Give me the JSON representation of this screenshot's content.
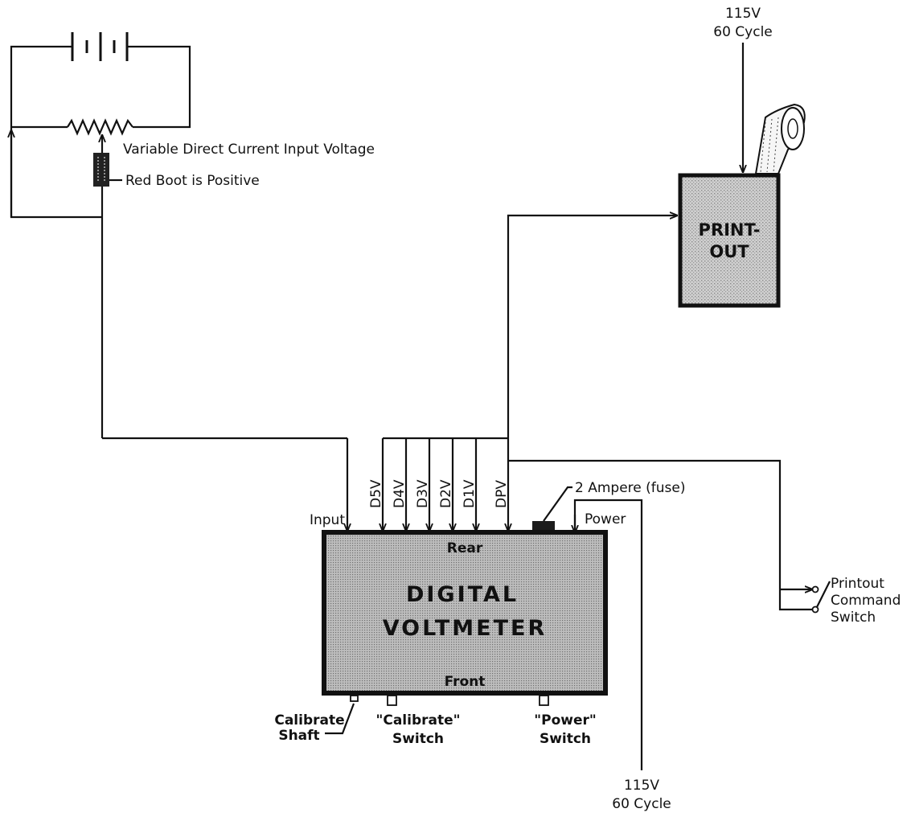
{
  "supply_top": {
    "voltage": "115V",
    "frequency": "60 Cycle"
  },
  "supply_bottom": {
    "voltage": "115V",
    "frequency": "60 Cycle"
  },
  "input_source": {
    "label": "Variable Direct Current Input Voltage",
    "boot_label": "Red Boot is Positive"
  },
  "printer": {
    "line1": "PRINT-",
    "line2": "OUT"
  },
  "voltmeter": {
    "line1": "DIGITAL",
    "line2": "VOLTMETER",
    "rear": "Rear",
    "front": "Front"
  },
  "rear_terminals": {
    "input": "Input",
    "d5v": "D5V",
    "d4v": "D4V",
    "d3v": "D3V",
    "d2v": "D2V",
    "d1v": "D1V",
    "dpv": "DPV",
    "power": "Power"
  },
  "fuse_label": "2 Ampere (fuse)",
  "printout_switch": {
    "line1": "Printout",
    "line2": "Command",
    "line3": "Switch"
  },
  "front_controls": {
    "calibrate_shaft_1": "Calibrate",
    "calibrate_shaft_2": "Shaft",
    "calibrate_switch_1": "\"Calibrate\"",
    "calibrate_switch_2": "Switch",
    "power_switch_1": "\"Power\"",
    "power_switch_2": "Switch"
  }
}
